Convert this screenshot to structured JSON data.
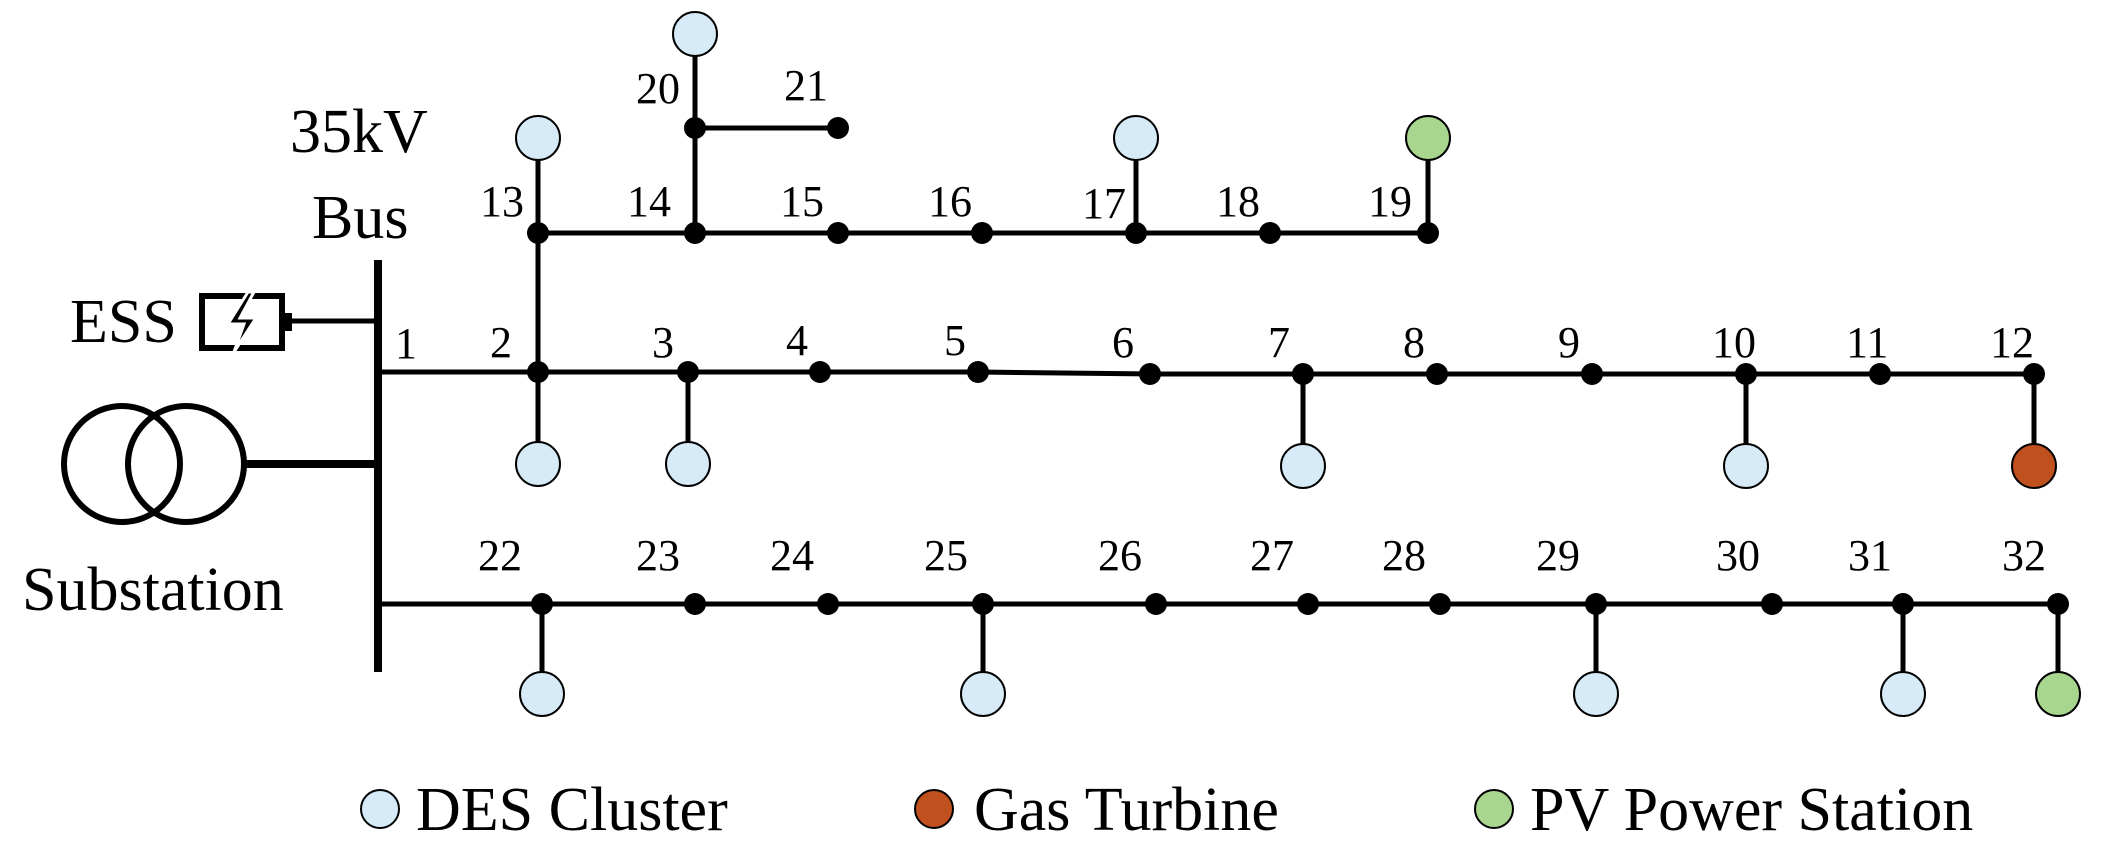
{
  "labels": {
    "bus_line1": "35kV",
    "bus_line2": "Bus",
    "ess": "ESS",
    "substation": "Substation"
  },
  "legend": [
    {
      "label": "DES Cluster",
      "color": "#d6ebf7"
    },
    {
      "label": "Gas Turbine",
      "color": "#c0501e"
    },
    {
      "label": "PV Power Station",
      "color": "#a9d68e"
    }
  ],
  "nodes": [
    "1",
    "2",
    "3",
    "4",
    "5",
    "6",
    "7",
    "8",
    "9",
    "10",
    "11",
    "12",
    "13",
    "14",
    "15",
    "16",
    "17",
    "18",
    "19",
    "20",
    "21",
    "22",
    "23",
    "24",
    "25",
    "26",
    "27",
    "28",
    "29",
    "30",
    "31",
    "32"
  ],
  "sources": {
    "des_cluster": [
      "2",
      "3",
      "7",
      "10",
      "13",
      "17",
      "20",
      "22",
      "25",
      "29",
      "31"
    ],
    "gas_turbine": [
      "12"
    ],
    "pv_power_station": [
      "19",
      "32"
    ]
  },
  "colors": {
    "des_cluster": "#d6ebf7",
    "gas_turbine": "#c0501e",
    "pv_power_station": "#a9d68e"
  }
}
